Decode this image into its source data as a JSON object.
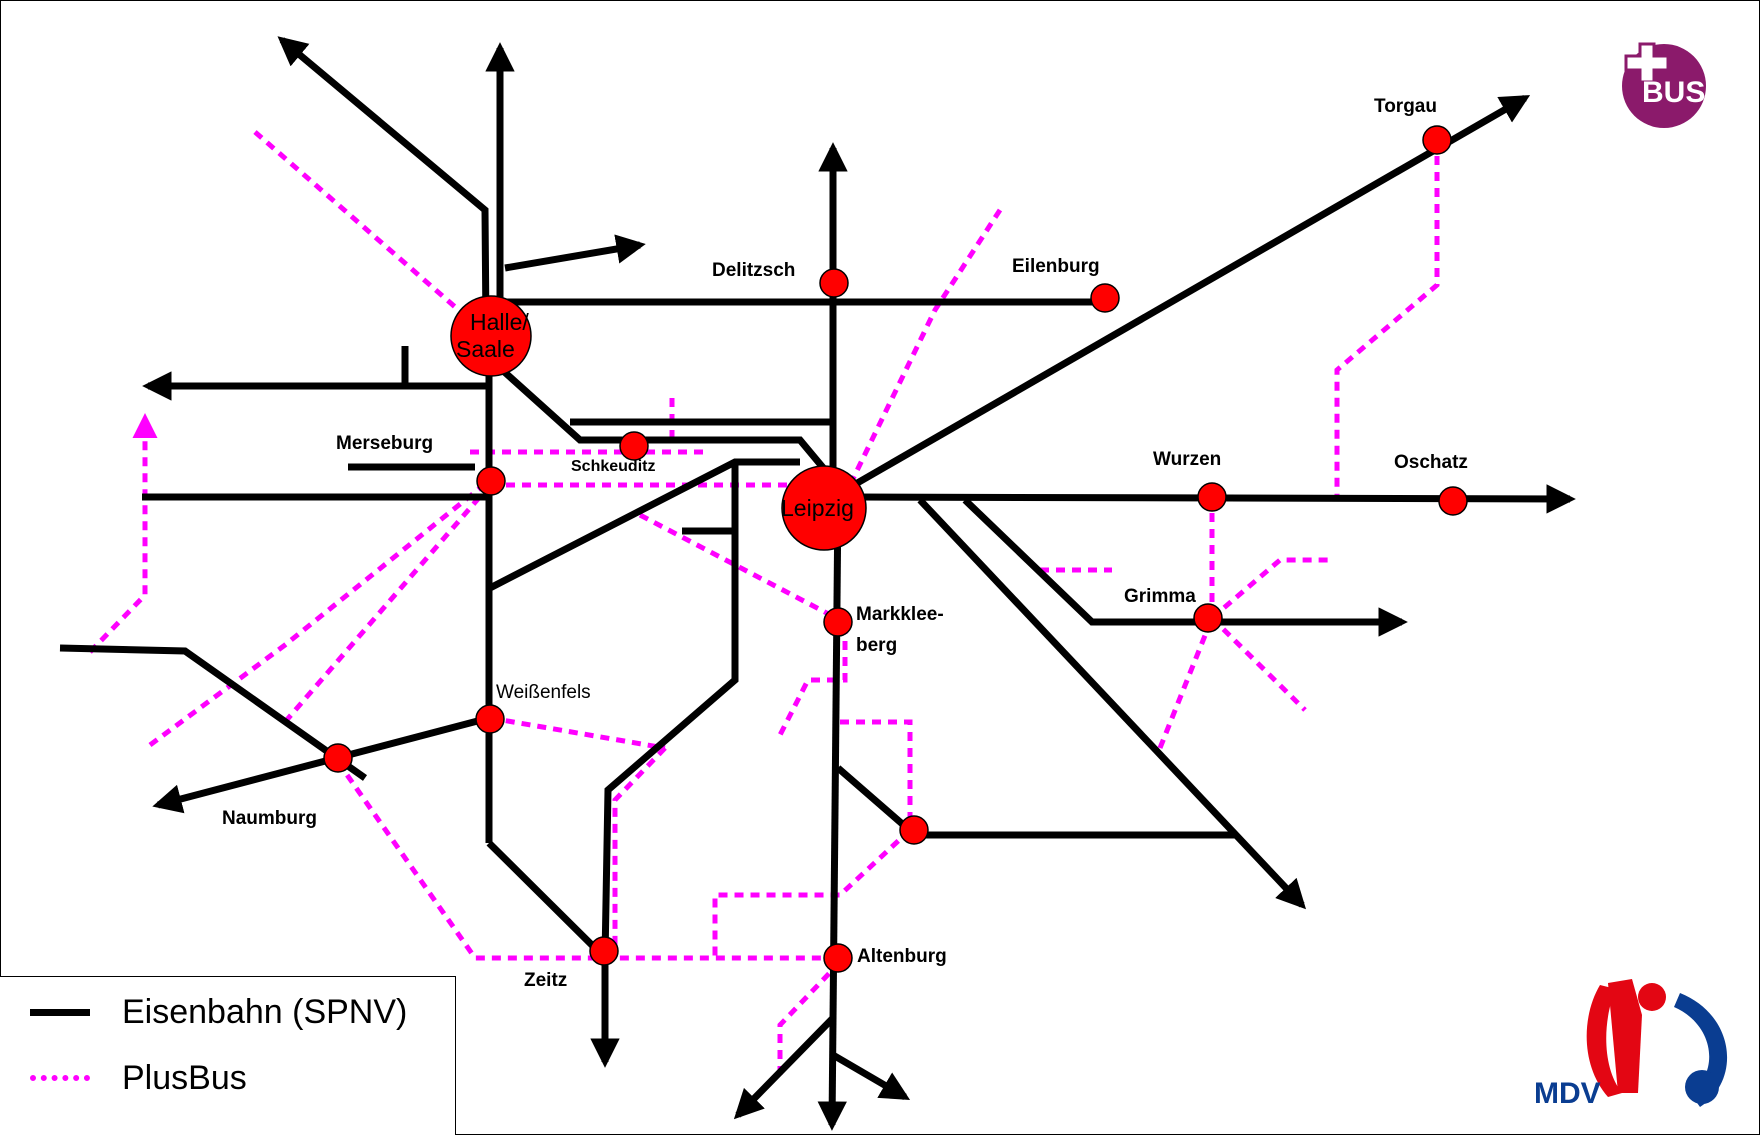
{
  "stations": {
    "halle": [
      "Halle/",
      "Saale"
    ],
    "leipzig": "Leipzig",
    "merseburg": "Merseburg",
    "schkeuditz": "Schkeuditz",
    "delitzsch": "Delitzsch",
    "eilenburg": "Eilenburg",
    "torgau": "Torgau",
    "wurzen": "Wurzen",
    "oschatz": "Oschatz",
    "grimma": "Grimma",
    "markkleeberg": [
      "Markklee-",
      "berg"
    ],
    "weissenfels": "Weißenfels",
    "naumburg": "Naumburg",
    "zeitz": "Zeitz",
    "altenburg": "Altenburg"
  },
  "legend": {
    "rail": "Eisenbahn (SPNV)",
    "bus": "PlusBus"
  },
  "logos": {
    "plusbus": {
      "text": "BUS",
      "color": "#8b1a6b"
    },
    "mdv": {
      "text": "MDV",
      "red": "#e30613",
      "blue": "#0a3d91"
    }
  },
  "colors": {
    "rail": "#000000",
    "bus": "#ff00ff",
    "station": "#ff0000"
  }
}
